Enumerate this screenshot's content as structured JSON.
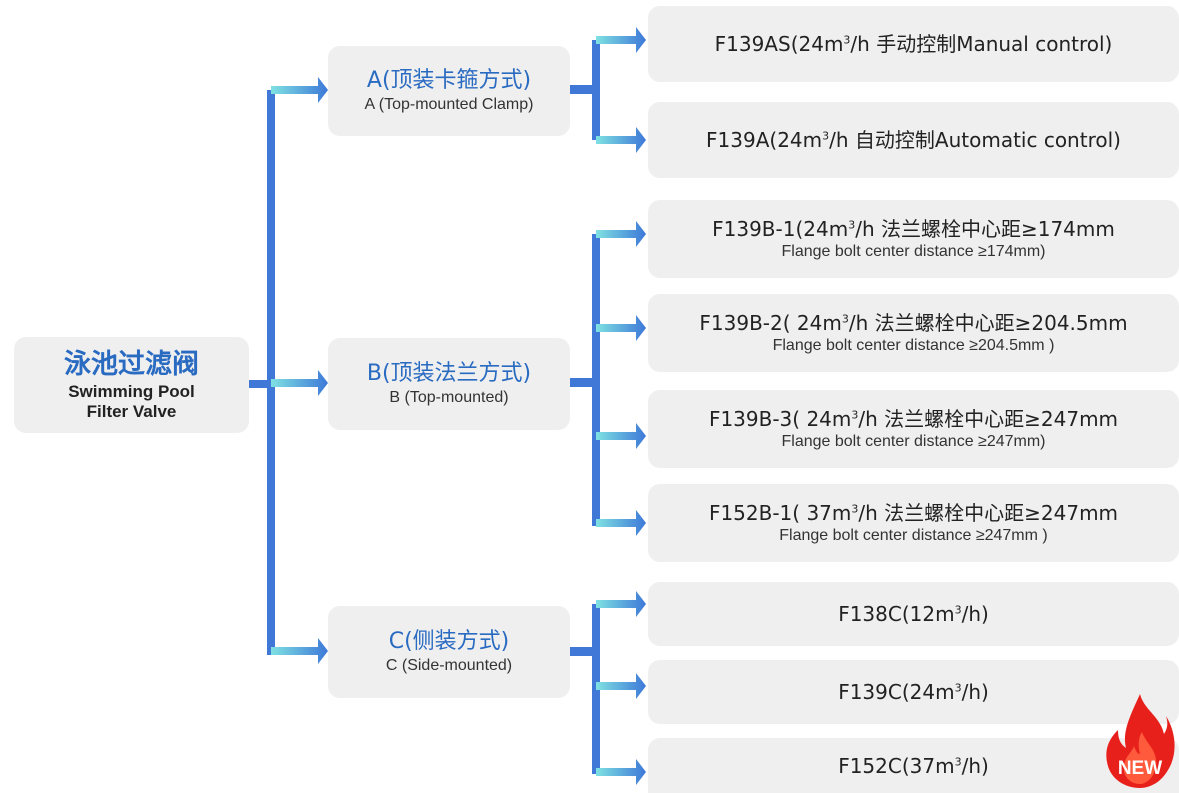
{
  "root": {
    "title_cn": "泳池过滤阀",
    "title_en_line1": "Swimming Pool",
    "title_en_line2": "Filter Valve"
  },
  "branches": [
    {
      "label_cn": "A(顶装卡箍方式)",
      "label_en": "A (Top-mounted Clamp)"
    },
    {
      "label_cn": "B(顶装法兰方式)",
      "label_en": "B (Top-mounted)"
    },
    {
      "label_cn": "C(侧装方式)",
      "label_en": "C (Side-mounted)"
    }
  ],
  "leaves": [
    {
      "model": "F139AS",
      "pre": "(24m",
      "unit_sup": "3",
      "post": "/h  手动控制Manual control)",
      "sub": ""
    },
    {
      "model": "F139A",
      "pre": "(24m",
      "unit_sup": "3",
      "post": "/h  自动控制Automatic control)",
      "sub": ""
    },
    {
      "model": "F139B-1",
      "pre": "(24m",
      "unit_sup": "3",
      "post": "/h  法兰螺栓中心距≥174mm",
      "sub": "Flange bolt center distance ≥174mm)"
    },
    {
      "model": "F139B-2",
      "pre": "( 24m",
      "unit_sup": "3",
      "post": "/h  法兰螺栓中心距≥204.5mm",
      "sub": "Flange bolt center distance ≥204.5mm )"
    },
    {
      "model": "F139B-3",
      "pre": "( 24m",
      "unit_sup": "3",
      "post": "/h  法兰螺栓中心距≥247mm",
      "sub": "Flange bolt center distance ≥247mm)"
    },
    {
      "model": "F152B-1",
      "pre": "( 37m",
      "unit_sup": "3",
      "post": "/h  法兰螺栓中心距≥247mm",
      "sub": "Flange bolt center distance ≥247mm )"
    },
    {
      "model": "F138C",
      "pre": "(12m",
      "unit_sup": "3",
      "post": "/h)",
      "sub": ""
    },
    {
      "model": "F139C",
      "pre": "(24m",
      "unit_sup": "3",
      "post": "/h)",
      "sub": ""
    },
    {
      "model": "F152C",
      "pre": "(37m",
      "unit_sup": "3",
      "post": "/h)",
      "sub": ""
    }
  ],
  "badge": {
    "text": "NEW",
    "icon": "flame-icon"
  },
  "colors": {
    "accent": "#2a6bc2",
    "connector": "#3f78d6",
    "arrow_tip": "#7fdde0",
    "box": "#efefef",
    "flame": "#e8201c"
  }
}
